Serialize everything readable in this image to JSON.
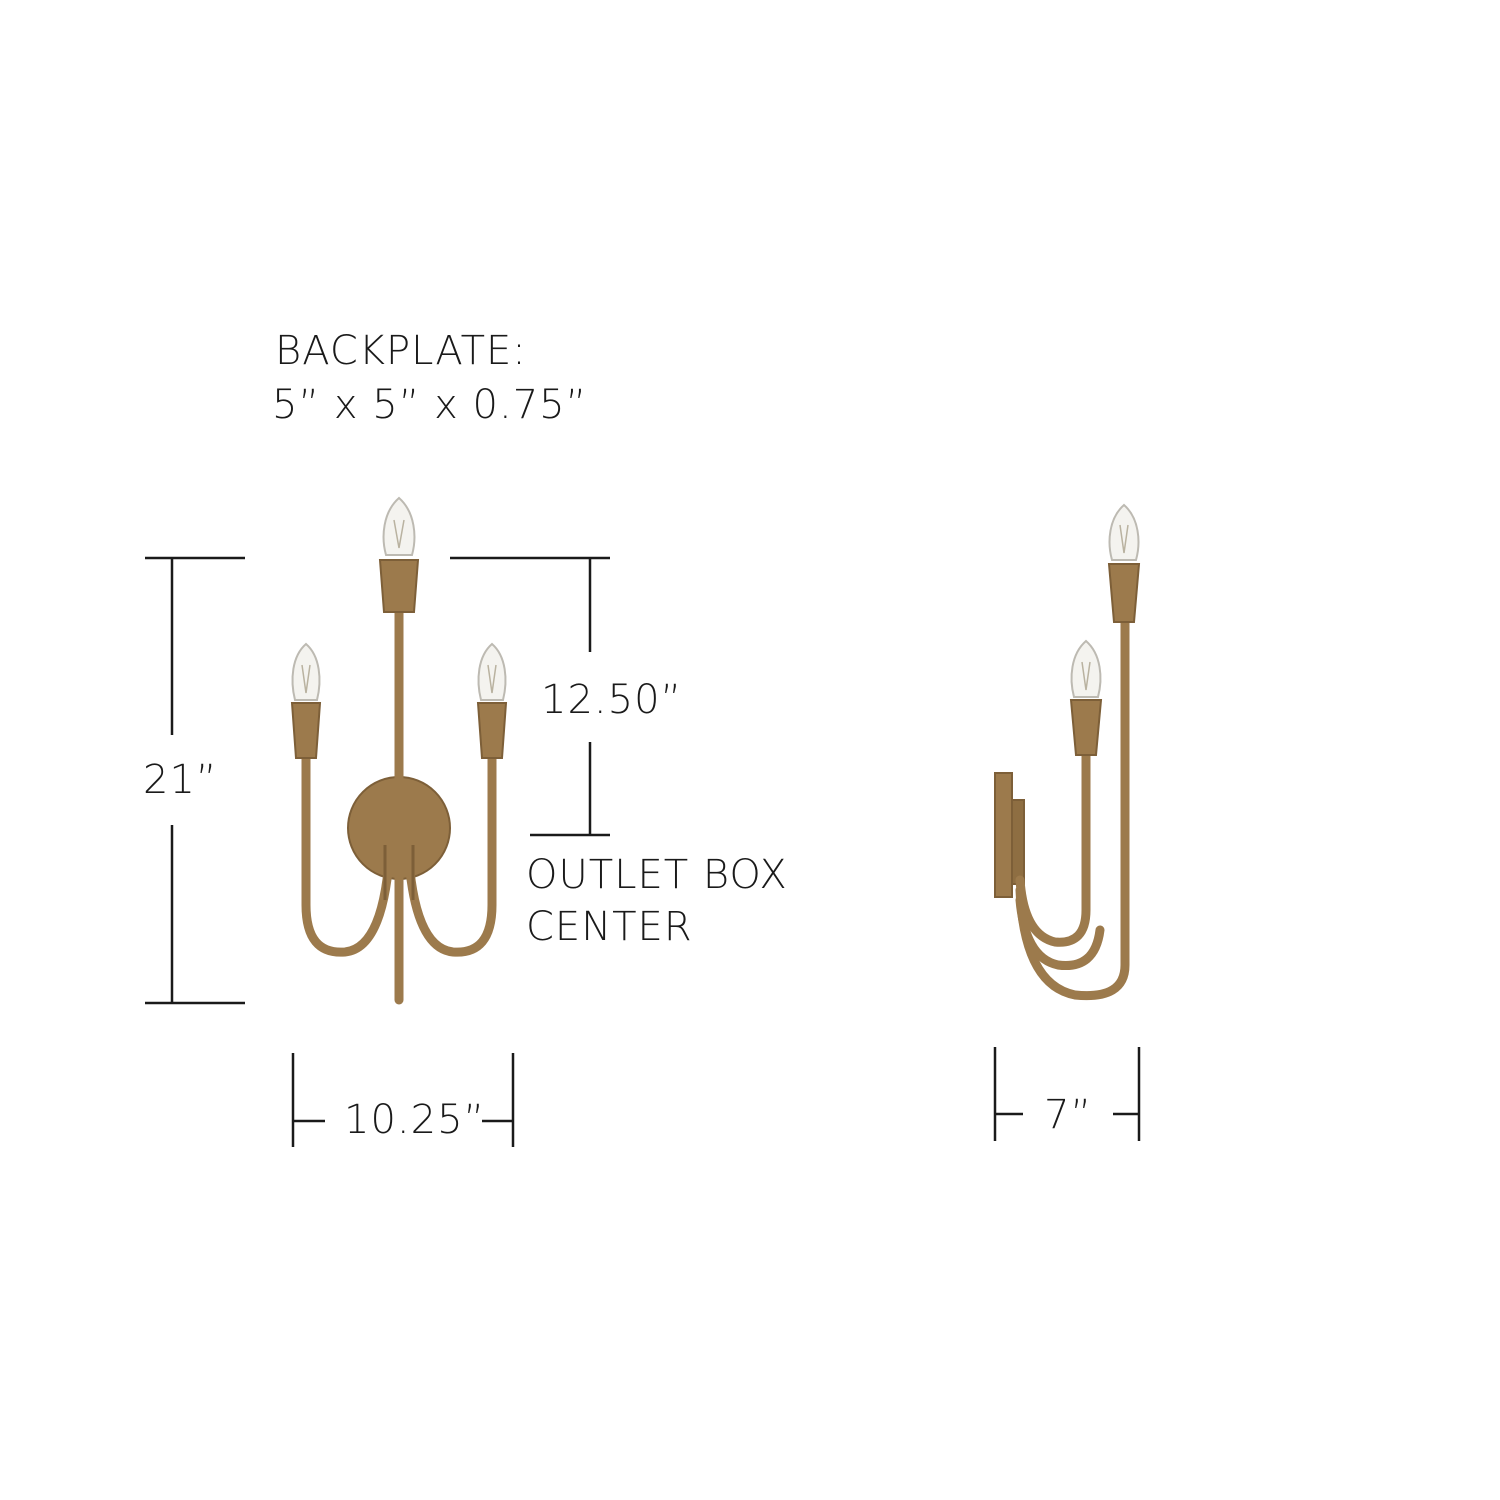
{
  "backplate": {
    "title": "BACKPLATE:",
    "dimensions": "5” x 5” x 0.75”"
  },
  "front_view": {
    "height_label": "21”",
    "outlet_height_label": "12.50”",
    "width_label": "10.25”",
    "outlet_label_line1": "OUTLET BOX",
    "outlet_label_line2": "CENTER"
  },
  "side_view": {
    "depth_label": "7”"
  },
  "colors": {
    "fixture_brass": "#9c7a4c",
    "fixture_shadow": "#7d5f38",
    "dimension_line": "#1a1a1a",
    "bulb_glass": "#f4f3ef"
  }
}
